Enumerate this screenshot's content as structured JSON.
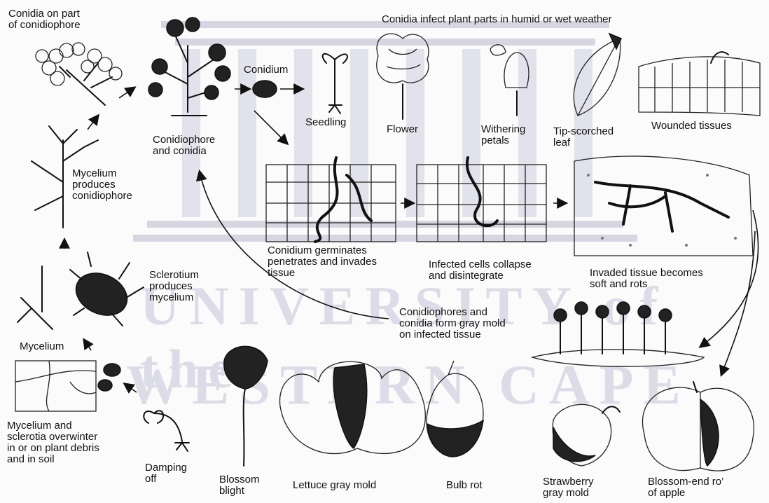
{
  "watermark": {
    "line1": "UNIVERSITY of the",
    "line2": "WESTERN CAPE"
  },
  "labels": {
    "conidia_part": "Conidia on part\nof conidiophore",
    "infect": "Conidia infect plant parts in humid or wet weather",
    "conidium": "Conidium",
    "seedling": "Seedling",
    "flower": "Flower",
    "withering": "Withering\npetals",
    "tip_leaf": "Tip-scorched\nleaf",
    "wounded": "Wounded tissues",
    "conidiophore_conidia": "Conidiophore\nand conidia",
    "mycelium_produces": "Mycelium\nproduces\nconidiophore",
    "germinates": "Conidium germinates\npenetrates and invades\ntissue",
    "collapse": "Infected cells collapse\nand disintegrate",
    "invaded": "Invaded tissue becomes\nsoft and rots",
    "sclerotium": "Sclerotium\nproduces\nmycelium",
    "gray_mold": "Conidiophores and\nconidia form gray mold\non infected tissue",
    "mycelium": "Mycelium",
    "overwinter": "Mycelium and\nsclerotia overwinter\nin or on plant debris\nand in soil",
    "damping": "Damping\noff",
    "blossom_blight": "Blossom\nblight",
    "lettuce": "Lettuce gray mold",
    "bulb": "Bulb rot",
    "strawberry": "Strawberry\ngray mold",
    "apple": "Blossom-end ro’\nof apple"
  }
}
